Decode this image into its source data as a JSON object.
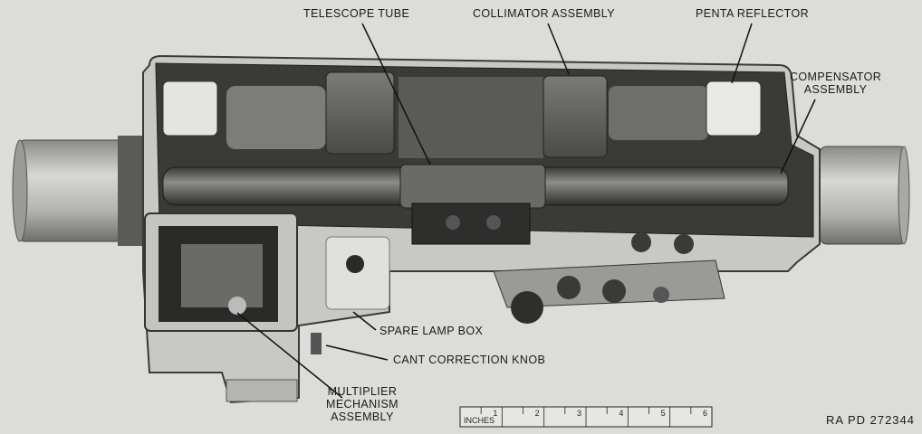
{
  "callouts": {
    "telescope_tube": "TELESCOPE TUBE",
    "collimator_assembly": "COLLIMATOR ASSEMBLY",
    "penta_reflector": "PENTA REFLECTOR",
    "compensator_line1": "COMPENSATOR",
    "compensator_line2": "ASSEMBLY",
    "spare_lamp_box": "SPARE LAMP BOX",
    "cant_correction_knob": "CANT CORRECTION KNOB",
    "multiplier_line1": "MULTIPLIER",
    "multiplier_line2": "MECHANISM",
    "multiplier_line3": "ASSEMBLY"
  },
  "scale": {
    "unit": "INCHES",
    "ticks": [
      "1",
      "2",
      "3",
      "4",
      "5",
      "6"
    ]
  },
  "reference": "RA PD 272344"
}
